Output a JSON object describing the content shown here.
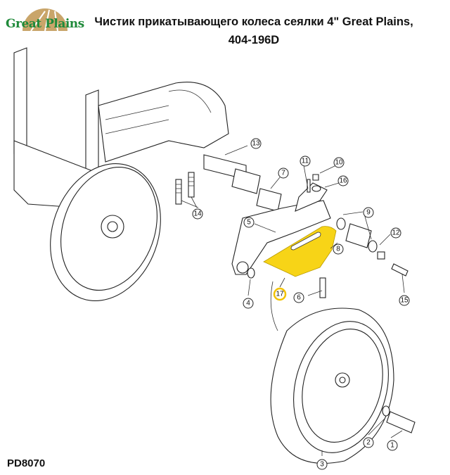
{
  "header": {
    "logo_text": "Great Plains",
    "title_line1": "Чистик прикатывающего колеса сеялки 4\" Great Plains,",
    "title_line2": "404-196D"
  },
  "footer": {
    "drawing_code": "PD8070"
  },
  "highlight": {
    "part": "17",
    "color": "#f7d417"
  },
  "callouts": [
    "1",
    "2",
    "3",
    "4",
    "5",
    "6",
    "7",
    "8",
    "9",
    "10",
    "11",
    "12",
    "13",
    "14",
    "15",
    "16",
    "17"
  ]
}
